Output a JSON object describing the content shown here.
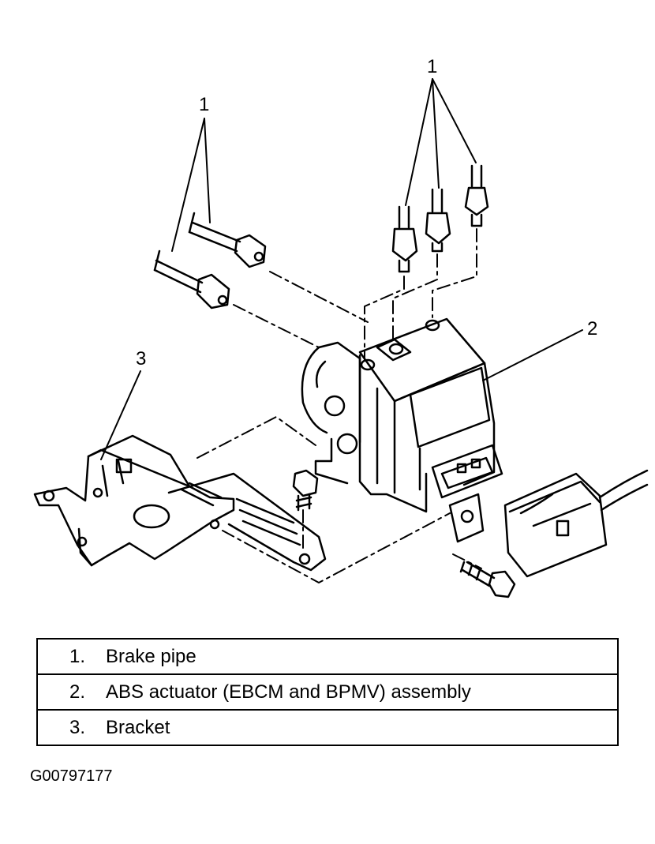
{
  "callouts": {
    "brake_pipe_left": "1",
    "brake_pipe_top": "1",
    "actuator": "2",
    "bracket": "3"
  },
  "legend": [
    {
      "number": "1.",
      "label": "Brake pipe"
    },
    {
      "number": "2.",
      "label": "ABS actuator (EBCM and BPMV) assembly"
    },
    {
      "number": "3.",
      "label": "Bracket"
    }
  ],
  "figure_id": "G00797177"
}
